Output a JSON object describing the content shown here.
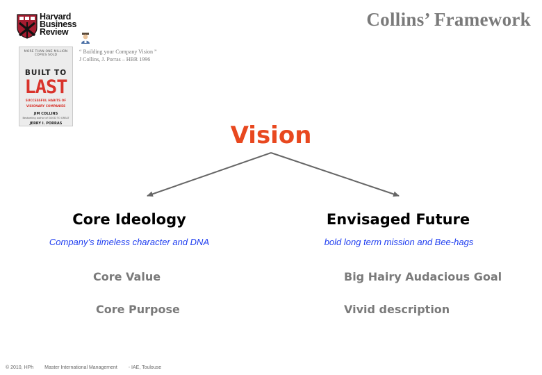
{
  "header": {
    "logo": {
      "line1": "Harvard",
      "line2": "Business",
      "line3": "Review",
      "icon": "hbr-shield-icon"
    },
    "title": "Collins’ Framework"
  },
  "book": {
    "tagline": "MORE THAN ONE MILLION COPIES SOLD",
    "title_line1": "BUILT TO",
    "title_line2": "LAST",
    "subtitle_line1": "SUCCESSFUL HABITS OF",
    "subtitle_line2": "VISIONARY COMPANIES",
    "author1": "JIM COLLINS",
    "author1_note": "Bestselling author of GOOD TO GREAT",
    "author2": "JERRY I. PORRAS"
  },
  "citation": {
    "line1": "“ Building your Company Vision ”",
    "line2": "J Collins, J. Porras – HBR 1996"
  },
  "diagram": {
    "root": "Vision",
    "left": {
      "heading": "Core Ideology",
      "subtitle": "Company’s timeless character and DNA",
      "items": [
        "Core Value",
        "Core Purpose"
      ]
    },
    "right": {
      "heading": "Envisaged Future",
      "subtitle": "bold long term mission and Bee-hags",
      "items": [
        "Big Hairy Audacious Goal",
        "Vivid description"
      ]
    }
  },
  "footer": {
    "copyright": "© 2010, HPh",
    "program": "Master International Management",
    "school": "- IAE, Toulouse"
  },
  "colors": {
    "vision": "#e8481f",
    "subtitle": "#1f3ef0",
    "title_gray": "#7a7a7a",
    "arrow": "#666666"
  }
}
